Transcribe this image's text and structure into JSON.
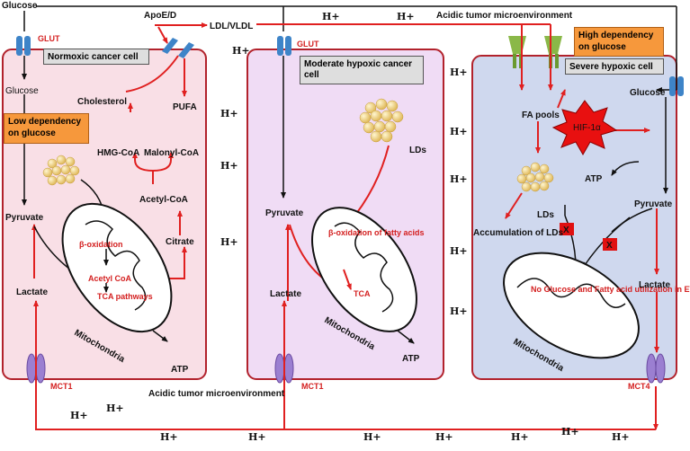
{
  "labels": {
    "glucose_top": "Glucose",
    "apoe": "ApoE/D",
    "ldl": "LDL/VLDL",
    "acidic_top": "Acidic tumor microenvironment",
    "glut1": "GLUT",
    "glut2": "GLUT",
    "cell1_title": "Normoxic cancer cell",
    "cell2_title": "Moderate hypoxic cancer cell",
    "cell3_title": "Severe hypoxic cell",
    "low_dep": "Low dependency on glucose",
    "high_dep": "High dependency on glucose",
    "c1_glucose": "Glucose",
    "cholesterol": "Cholesterol",
    "pufa": "PUFA",
    "hmg": "HMG-CoA",
    "malonyl": "Malonyl-CoA",
    "acetyl": "Acetyl-CoA",
    "citrate": "Citrate",
    "c1_pyruvate": "Pyruvate",
    "c1_lactate": "Lactate",
    "beta_ox": "β-oxidation",
    "acetyl_mito": "Acetyl CoA",
    "tca_path": "TCA pathways",
    "mito1": "Mitochondria",
    "atp1": "ATP",
    "mct1a": "MCT1",
    "acidic_bottom": "Acidic tumor microenvironment",
    "c2_pyruvate": "Pyruvate",
    "c2_lactate": "Lactate",
    "lds2": "LDs",
    "beta_ox2": "β-oxidation of fatty acids",
    "tca2": "TCA",
    "mito2": "Mitochondria",
    "atp2": "ATP",
    "mct1b": "MCT1",
    "fa_pools": "FA pools",
    "hif": "HIF-1α",
    "c3_glucose": "Glucose",
    "atp3": "ATP",
    "lds3": "LDs",
    "c3_pyruvate": "Pyruvate",
    "accum": "Accumulation of LDs",
    "x_mark": "X",
    "no_glucose": "No Glucose and Fatty acid utilization in ETC",
    "c3_lactate": "Lactate",
    "mito3": "Mitochondria",
    "mct4": "MCT4",
    "hplus": "H+"
  },
  "colors": {
    "cell1_fill": "#f9dfe6",
    "cell2_fill": "#f0dcf5",
    "cell3_fill": "#cfd8ee",
    "red_arrow": "#e02020",
    "orange_box": "#f6983c",
    "grey_box": "#dedede"
  }
}
